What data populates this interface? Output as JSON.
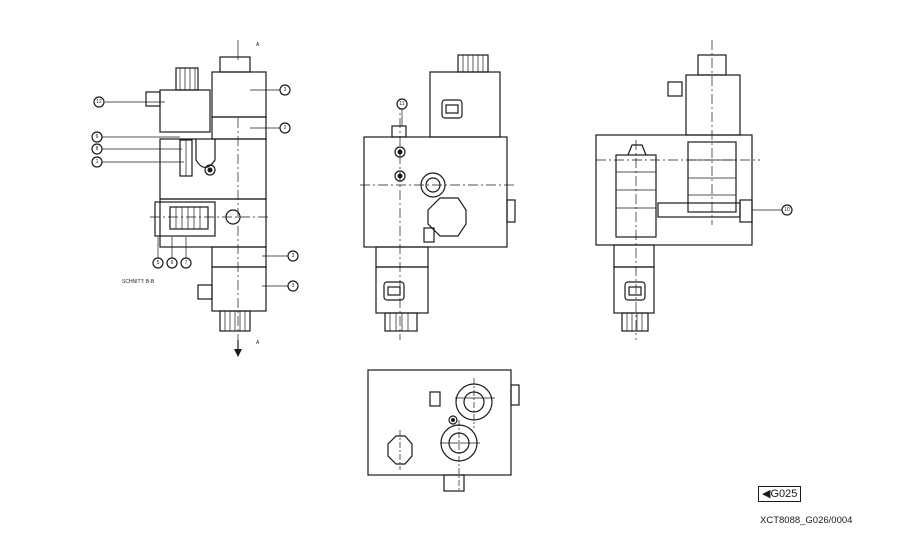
{
  "section_label": "SCHNITT: B-B",
  "section_marks": [
    "A",
    "A"
  ],
  "callouts_left": [
    "12",
    "3",
    "2",
    "6",
    "8",
    "1",
    "5",
    "6",
    "7",
    "3",
    "3"
  ],
  "callouts_middle": [
    "11"
  ],
  "callouts_right": [
    "10"
  ],
  "reference_tag": "◀G025",
  "drawing_number": "XCT8088_G026/0004"
}
